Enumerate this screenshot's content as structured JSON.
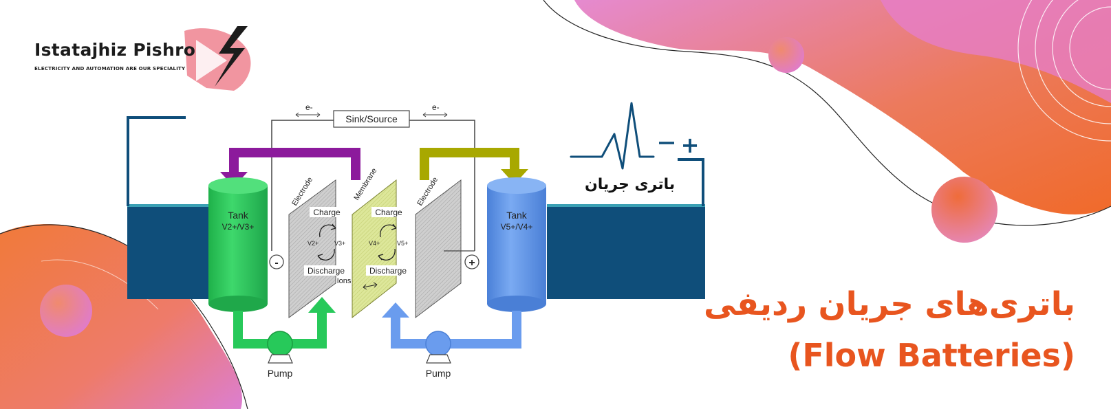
{
  "brand": {
    "name": "Istatajhiz Pishro",
    "tagline": "ELECTRICITY AND AUTOMATION ARE OUR SPECIALITY"
  },
  "diagram": {
    "sink_source": "Sink/Source",
    "electron_left": "e-",
    "electron_right": "e-",
    "tank_left": {
      "label": "Tank",
      "species": "V2+/V3+"
    },
    "tank_right": {
      "label": "Tank",
      "species": "V5+/V4+"
    },
    "electrode_left": "Electrode",
    "electrode_right": "Electrode",
    "membrane": "Membrane",
    "charge_left": "Charge",
    "charge_right": "Charge",
    "discharge_left": "Discharge",
    "discharge_right": "Discharge",
    "ions": "Ions",
    "species_v2": "V2+",
    "species_v3": "V3+",
    "species_v4": "V4+",
    "species_v5": "V5+",
    "terminal_negative": "-",
    "terminal_positive": "+",
    "pump_left": "Pump",
    "pump_right": "Pump"
  },
  "battery_label": {
    "fa": "باتری جریان",
    "minus": "–",
    "plus": "+"
  },
  "title": {
    "fa": "باتری‌های جریان ردیفی",
    "en": "(Flow Batteries)"
  },
  "colors": {
    "accent_orange": "#e8551f",
    "pink": "#e07cc8",
    "navy": "#0f4e7a",
    "teal_line": "#3aa0b4",
    "green": "#27c95a",
    "blue_tank": "#5f95e8",
    "purple_pipe": "#8c1a9c",
    "olive_pipe": "#a8a800",
    "membrane": "#dde79a"
  }
}
